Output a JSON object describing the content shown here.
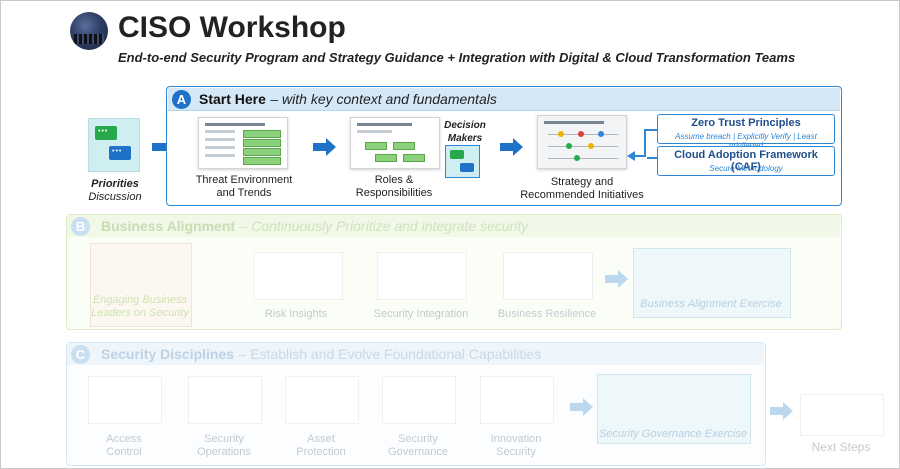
{
  "header": {
    "title": "CISO Workshop",
    "subtitle": "End-to-end Security Program and Strategy Guidance + Integration with Digital & Cloud Transformation Teams"
  },
  "priorities": {
    "label_line1": "Priorities",
    "label_line2": "Discussion"
  },
  "sectionA": {
    "letter": "A",
    "title": "Start Here",
    "subtitle": "– with key context and fundamentals",
    "items": [
      {
        "label_line1": "Threat Environment",
        "label_line2": "and Trends"
      },
      {
        "label_line1": "Roles &",
        "label_line2": "Responsibilities"
      },
      {
        "label_line1": "Strategy and",
        "label_line2": "Recommended Initiatives"
      }
    ],
    "decision_makers_line1": "Decision",
    "decision_makers_line2": "Makers",
    "zero_trust": {
      "title": "Zero Trust Principles",
      "sub": "Assume breach | Explicitly Verify | Least privileged"
    },
    "caf": {
      "title": "Cloud Adoption Framework (CAF)",
      "sub": "Secure Methodology"
    }
  },
  "sectionB": {
    "letter": "B",
    "title": "Business Alignment",
    "subtitle": "– Continuously Prioritize and integrate security",
    "items": [
      {
        "label_line1": "Engaging Business",
        "label_line2": "Leaders on Security"
      },
      {
        "label_line1": "Risk Insights",
        "label_line2": ""
      },
      {
        "label_line1": "Security Integration",
        "label_line2": ""
      },
      {
        "label_line1": "Business Resilience",
        "label_line2": ""
      }
    ],
    "exercise": "Business Alignment Exercise"
  },
  "sectionC": {
    "letter": "C",
    "title": "Security Disciplines",
    "subtitle": "– Establish and Evolve Foundational Capabilities",
    "items": [
      {
        "label_line1": "Access",
        "label_line2": "Control"
      },
      {
        "label_line1": "Security",
        "label_line2": "Operations"
      },
      {
        "label_line1": "Asset",
        "label_line2": "Protection"
      },
      {
        "label_line1": "Security",
        "label_line2": "Governance"
      },
      {
        "label_line1": "Innovation",
        "label_line2": "Security"
      }
    ],
    "exercise": "Security Governance Exercise"
  },
  "next_steps": "Next Steps",
  "colors": {
    "accent": "#1f72c8",
    "chat_green": "#27a84a",
    "fade_green": "#cde3b3",
    "fade_blue": "#c9dff2"
  }
}
